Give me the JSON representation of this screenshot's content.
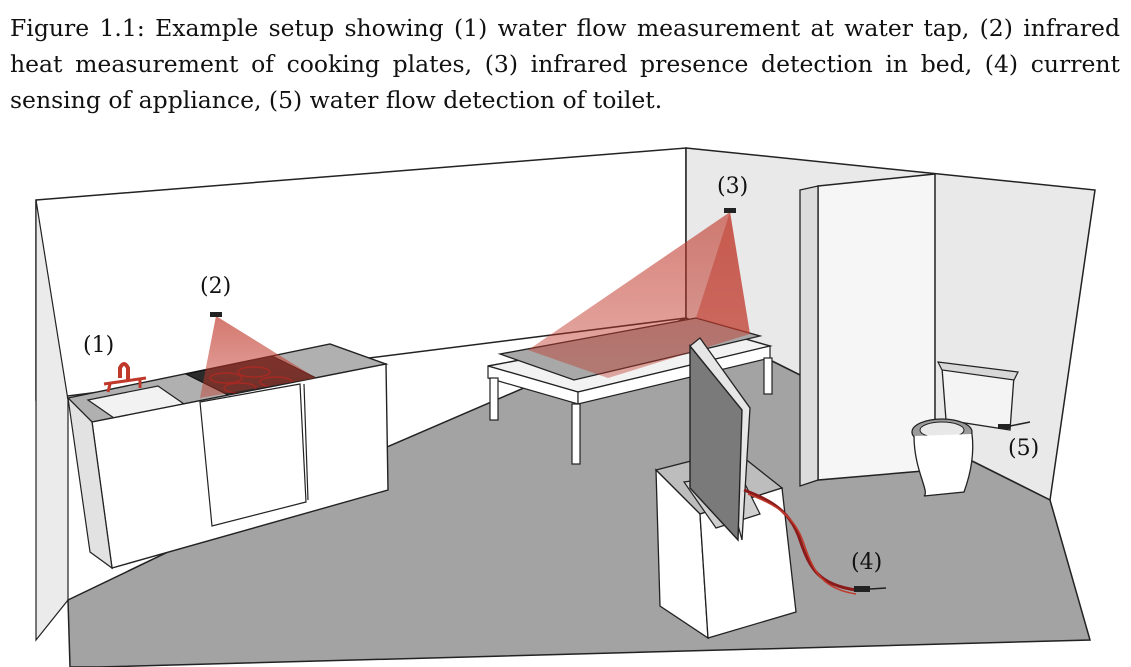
{
  "caption": "Figure 1.1: Example setup showing (1) water flow measurement at water tap, (2) infrared heat measurement of cooking plates, (3) infrared presence detection in bed, (4) current sensing of appliance, (5) water flow detection of toilet.",
  "labels": {
    "l1": "(1)",
    "l2": "(2)",
    "l3": "(3)",
    "l4": "(4)",
    "l5": "(5)"
  },
  "colors": {
    "sensor_beam": "#c0392b",
    "floor": "#a3a3a3",
    "wall": "#ffffff",
    "partition_wall": "#ebebeb",
    "cable": "#8b1a1a"
  }
}
